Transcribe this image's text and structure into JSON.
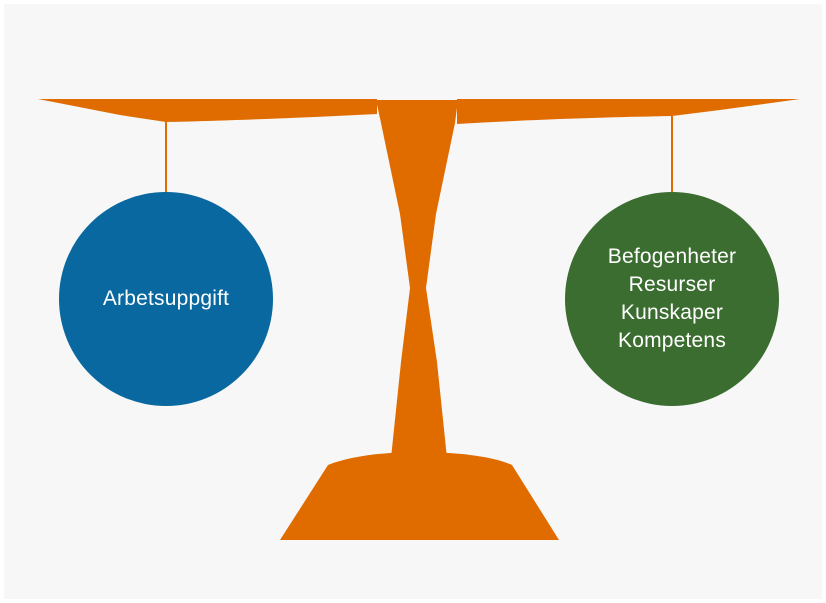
{
  "diagram": {
    "left_pan": {
      "lines": [
        "Arbetsuppgift"
      ],
      "color": "#08689f"
    },
    "right_pan": {
      "lines": [
        "Befogenheter",
        "Resurser",
        "Kunskaper",
        "Kompetens"
      ],
      "color": "#3b6d31"
    },
    "scale_color": "#e06c00",
    "background_color": "#f7f7f7"
  }
}
